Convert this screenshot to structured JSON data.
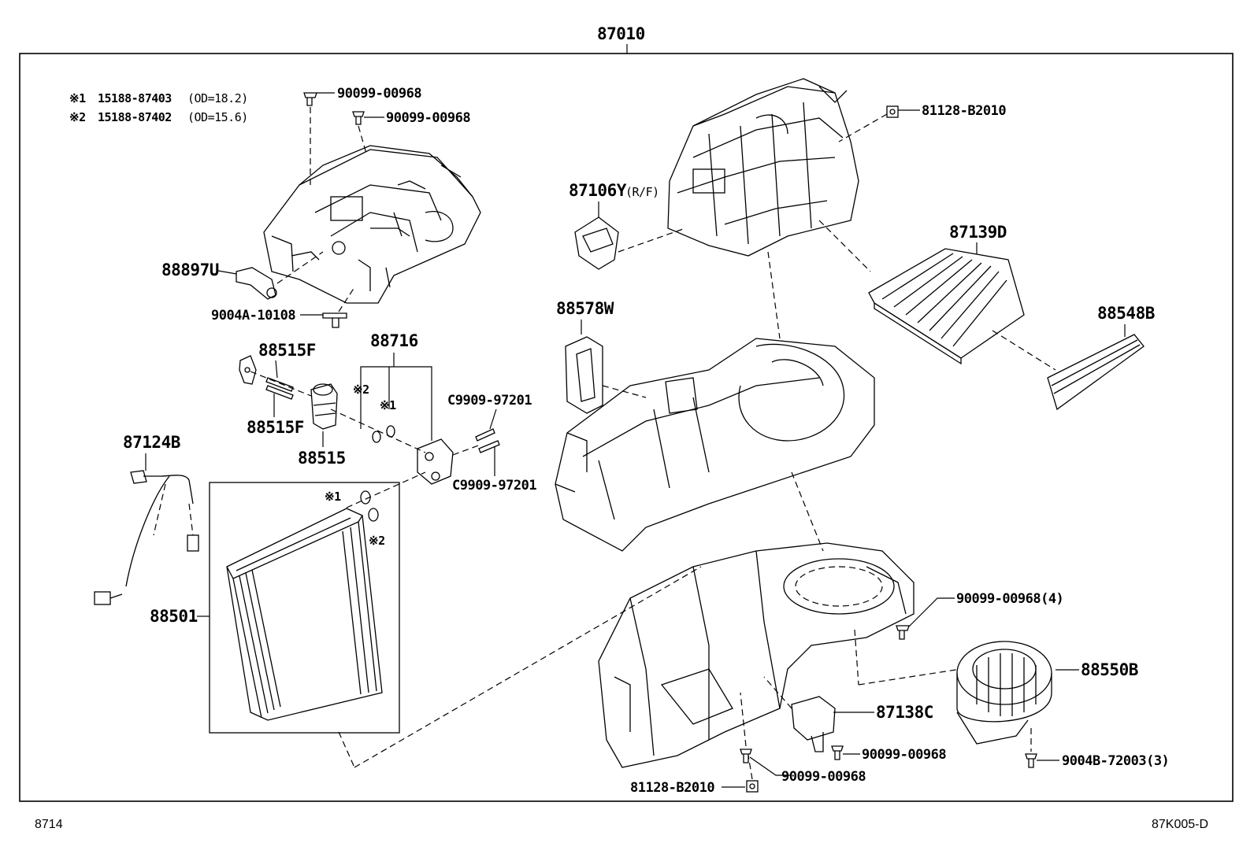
{
  "assembly_label": "87010",
  "notes": [
    {
      "mark": "※1",
      "part": "15188-87403",
      "spec": "(OD=18.2)"
    },
    {
      "mark": "※2",
      "part": "15188-87402",
      "spec": "(OD=15.6)"
    }
  ],
  "labels": {
    "p90099_a": "90099-00968",
    "p90099_b": "90099-00968",
    "p88897U": "88897U",
    "p9004A": "9004A-10108",
    "p88515F_a": "88515F",
    "p88515F_b": "88515F",
    "p88515": "88515",
    "p88716": "88716",
    "mark2_a": "※2",
    "mark1_a": "※1",
    "pC9909_a": "C9909-97201",
    "pC9909_b": "C9909-97201",
    "p87124B": "87124B",
    "mark1_b": "※1",
    "mark2_b": "※2",
    "p88501": "88501",
    "p81128_top": "81128-B2010",
    "p87106Y": "87106Y",
    "p87106Y_suffix": "(R/F)",
    "p87139D": "87139D",
    "p88578W": "88578W",
    "p88548B": "88548B",
    "p90099_4": "90099-00968(4)",
    "p88550B": "88550B",
    "p87138C": "87138C",
    "p90099_c": "90099-00968",
    "p90099_d": "90099-00968",
    "p9004B": "9004B-72003(3)",
    "p81128_bottom": "81128-B2010"
  },
  "footer": {
    "left": "8714",
    "right": "87K005-D"
  }
}
